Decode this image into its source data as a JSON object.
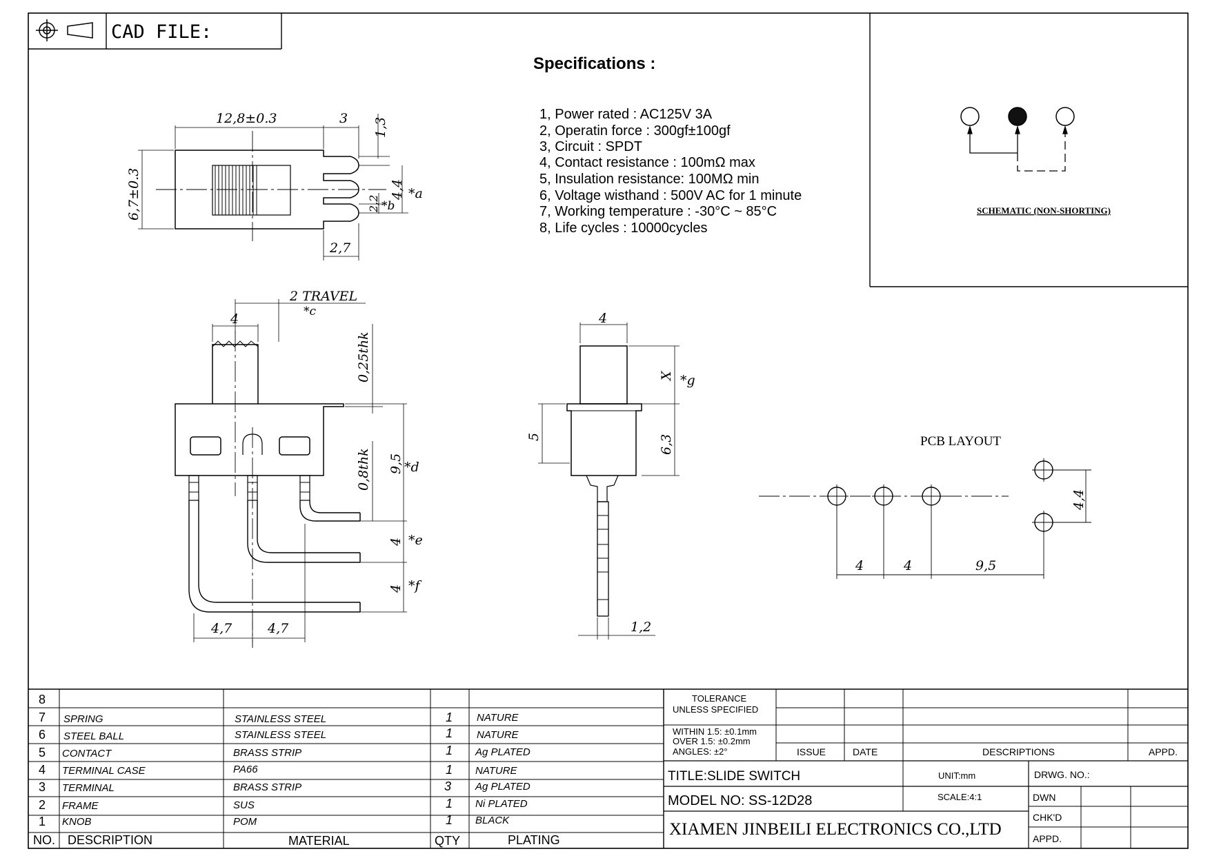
{
  "header": {
    "cad_label": "CAD FILE:",
    "specs_title": "Specifications :"
  },
  "specs": [
    "1, Power rated : AC125V 3A",
    "2, Operatin force : 300gf±100gf",
    "3, Circuit : SPDT",
    "4, Contact resistance : 100mΩ max",
    "5, Insulation resistance: 100MΩ min",
    "6, Voltage wisthand : 500V AC for 1 minute",
    "7, Working temperature : -30°C ~ 85°C",
    "8, Life cycles : 10000cycles"
  ],
  "schematic": {
    "caption": "SCHEMATIC (NON-SHORTING)"
  },
  "top_view": {
    "dim_length": "12,8±0.3",
    "dim_3": "3",
    "dim_1_3": "1,3",
    "dim_height": "6,7±0.3",
    "dim_4_4": "4,4",
    "dim_a": "*a",
    "dim_2_2": "2,2",
    "dim_b": "*b",
    "dim_2_7": "2,7"
  },
  "front_view": {
    "travel": "2 TRAVEL",
    "dim_c": "*c",
    "dim_4": "4",
    "thk_025": "0,25thk",
    "thk_08": "0,8thk",
    "dim_9_5": "9,5",
    "dim_d": "*d",
    "dim_4e": "4",
    "dim_e": "*e",
    "dim_4f": "4",
    "dim_f": "*f",
    "dim_4_7a": "4,7",
    "dim_4_7b": "4,7"
  },
  "side_view": {
    "dim_4": "4",
    "dim_x": "X",
    "dim_g": "*g",
    "dim_5": "5",
    "dim_6_3": "6,3",
    "dim_1_2": "1,2"
  },
  "pcb": {
    "title": "PCB LAYOUT",
    "dim_4a": "4",
    "dim_4b": "4",
    "dim_9_5": "9,5",
    "dim_4_4": "4,4"
  },
  "bom": {
    "rows": [
      {
        "no": "8",
        "desc": "",
        "material": "",
        "qty": "",
        "plating": ""
      },
      {
        "no": "7",
        "desc": "SPRING",
        "material": "STAINLESS STEEL",
        "qty": "1",
        "plating": "NATURE"
      },
      {
        "no": "6",
        "desc": "STEEL BALL",
        "material": "STAINLESS STEEL",
        "qty": "1",
        "plating": "NATURE"
      },
      {
        "no": "5",
        "desc": "CONTACT",
        "material": "BRASS STRIP",
        "qty": "1",
        "plating": "Ag PLATED"
      },
      {
        "no": "4",
        "desc": "TERMINAL CASE",
        "material": "PA66",
        "qty": "1",
        "plating": "NATURE"
      },
      {
        "no": "3",
        "desc": "TERMINAL",
        "material": "BRASS STRIP",
        "qty": "3",
        "plating": "Ag PLATED"
      },
      {
        "no": "2",
        "desc": "FRAME",
        "material": "SUS",
        "qty": "1",
        "plating": "Ni PLATED"
      },
      {
        "no": "1",
        "desc": "KNOB",
        "material": "POM",
        "qty": "1",
        "plating": "BLACK"
      }
    ],
    "header": {
      "no": "NO.",
      "desc": "DESCRIPTION",
      "material": "MATERIAL",
      "qty": "QTY",
      "plating": "PLATING"
    }
  },
  "titleblock": {
    "tolerance": "TOLERANCE",
    "unless": "UNLESS SPECIFIED",
    "within": "WITHIN 1.5: ±0.1mm",
    "over": "OVER 1.5:  ±0.2mm",
    "angles": "ANGLES: ±2°",
    "issue": "ISSUE",
    "date": "DATE",
    "descriptions": "DESCRIPTIONS",
    "appd_top": "APPD.",
    "title": "TITLE:SLIDE SWITCH",
    "unit": "UNIT:mm",
    "drwg_no": "DRWG. NO.:",
    "model": "MODEL NO: SS-12D28",
    "scale": "SCALE:4:1",
    "dwn": "DWN",
    "chkd": "CHK'D",
    "appd": "APPD.",
    "company": "XIAMEN JINBEILI ELECTRONICS CO.,LTD"
  }
}
